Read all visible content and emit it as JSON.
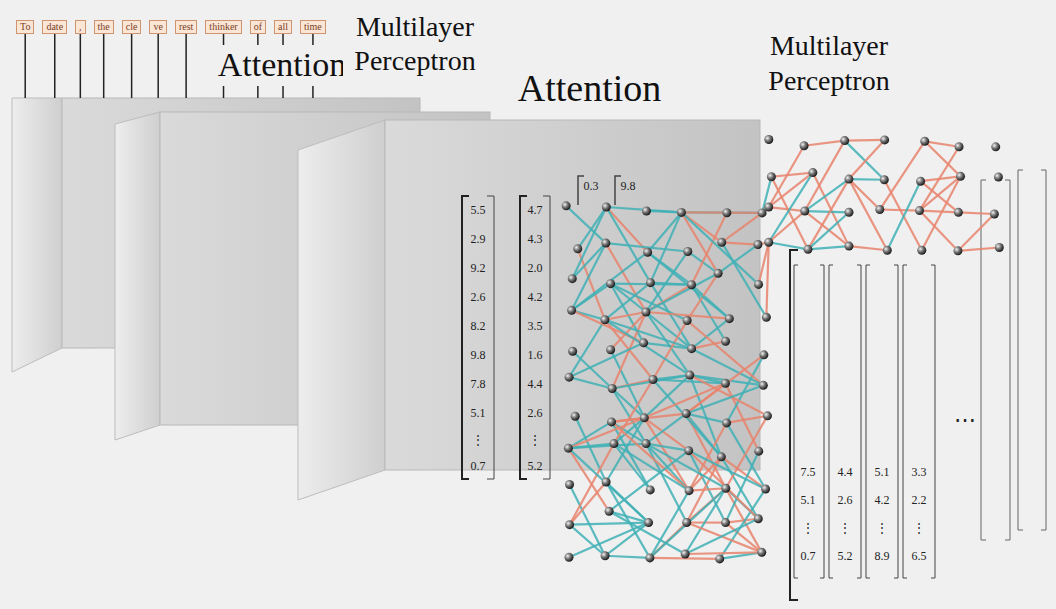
{
  "diagram": {
    "nodes": [
      {
        "text": [
          "To"
        ]
      },
      {
        "text": [
          "date"
        ]
      },
      {
        "text": [
          ","
        ]
      },
      {
        "text": [
          "the"
        ]
      },
      {
        "text": [
          "cle"
        ]
      },
      {
        "text": [
          "ve"
        ]
      },
      {
        "text": [
          "rest"
        ]
      },
      {
        "text": [
          "thinker"
        ]
      },
      {
        "text": [
          "of"
        ]
      },
      {
        "text": [
          "all"
        ]
      },
      {
        "text": [
          "time"
        ]
      },
      {
        "text": [
          "Attention"
        ]
      },
      {
        "text": [
          "Multilayer Perceptron"
        ]
      },
      {
        "text": [
          "Attention"
        ]
      }
    ],
    "edges": [
      {
        "from": 0,
        "to": 11,
        "arrow": "none"
      },
      {
        "from": 1,
        "to": 11,
        "arrow": "none"
      },
      {
        "from": 2,
        "to": 11,
        "arrow": "none"
      },
      {
        "from": 3,
        "to": 11,
        "arrow": "none"
      },
      {
        "from": 4,
        "to": 11,
        "arrow": "none"
      },
      {
        "from": 5,
        "to": 11,
        "arrow": "none"
      },
      {
        "from": 6,
        "to": 11,
        "arrow": "none"
      },
      {
        "from": 7,
        "to": 11,
        "arrow": "none"
      },
      {
        "from": 8,
        "to": 11,
        "arrow": "none"
      },
      {
        "from": 9,
        "to": 11,
        "arrow": "none"
      },
      {
        "from": 10,
        "to": 11,
        "arrow": "none"
      }
    ],
    "labels": [
      "5.5",
      "2.9",
      "9.2",
      "2.6",
      "8.2",
      "9.8",
      "7.8",
      "5.1",
      "⋮",
      "0.7",
      "4.7",
      "4.3",
      "2.0",
      "4.2",
      "3.5",
      "1.6",
      "4.4",
      "2.6",
      "⋮",
      "5.2",
      "0.3",
      "9.8",
      "Multilayer Perceptron",
      "7.5",
      "5.1",
      "⋮",
      "0.7",
      "4.4",
      "2.6",
      "⋮",
      "5.2",
      "5.1",
      "4.2",
      "⋮",
      "8.9",
      "3.3",
      "2.2",
      "⋮",
      "6.5",
      "⋯"
    ]
  }
}
